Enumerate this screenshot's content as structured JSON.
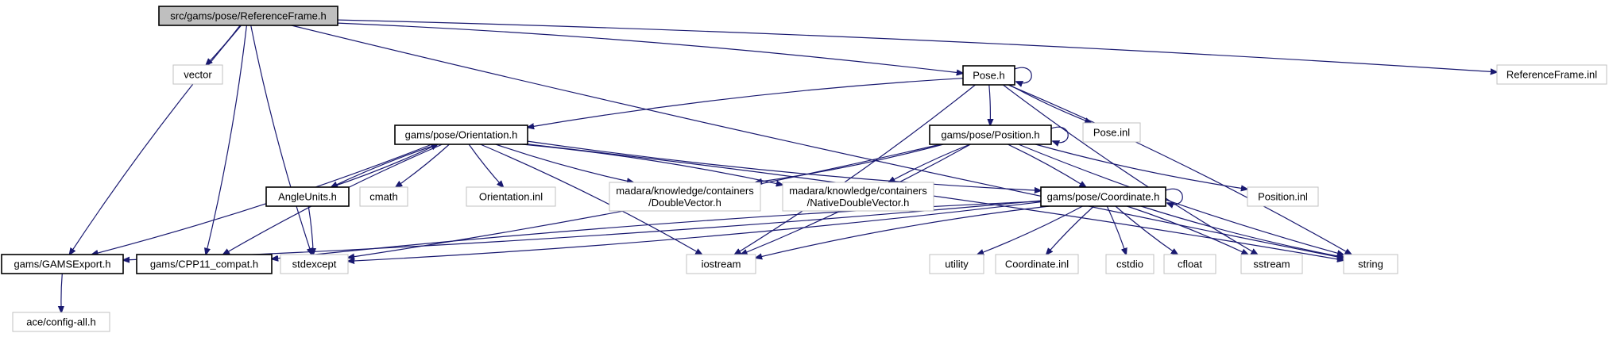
{
  "nodes": {
    "ReferenceFrame_h": {
      "lines": [
        "src/gams/pose/ReferenceFrame.h"
      ],
      "kind": "root"
    },
    "vector": {
      "lines": [
        "vector"
      ],
      "kind": "ext"
    },
    "GAMSExport_h": {
      "lines": [
        "gams/GAMSExport.h"
      ],
      "kind": "doc"
    },
    "CPP11_compat_h": {
      "lines": [
        "gams/CPP11_compat.h"
      ],
      "kind": "doc"
    },
    "stdexcept": {
      "lines": [
        "stdexcept"
      ],
      "kind": "ext"
    },
    "Pose_h": {
      "lines": [
        "Pose.h"
      ],
      "kind": "doc"
    },
    "string": {
      "lines": [
        "string"
      ],
      "kind": "ext"
    },
    "ReferenceFrame_inl": {
      "lines": [
        "ReferenceFrame.inl"
      ],
      "kind": "ext"
    },
    "ace_config_all_h": {
      "lines": [
        "ace/config-all.h"
      ],
      "kind": "ext"
    },
    "Orientation_h": {
      "lines": [
        "gams/pose/Orientation.h"
      ],
      "kind": "doc"
    },
    "Position_h": {
      "lines": [
        "gams/pose/Position.h"
      ],
      "kind": "doc"
    },
    "Pose_inl": {
      "lines": [
        "Pose.inl"
      ],
      "kind": "ext"
    },
    "iostream": {
      "lines": [
        "iostream"
      ],
      "kind": "ext"
    },
    "sstream": {
      "lines": [
        "sstream"
      ],
      "kind": "ext"
    },
    "AngleUnits_h": {
      "lines": [
        "AngleUnits.h"
      ],
      "kind": "doc"
    },
    "cmath": {
      "lines": [
        "cmath"
      ],
      "kind": "ext"
    },
    "Orientation_inl": {
      "lines": [
        "Orientation.inl"
      ],
      "kind": "ext"
    },
    "DoubleVector_h": {
      "lines": [
        "madara/knowledge/containers",
        "/DoubleVector.h"
      ],
      "kind": "ext"
    },
    "NativeDoubleVector_h": {
      "lines": [
        "madara/knowledge/containers",
        "/NativeDoubleVector.h"
      ],
      "kind": "ext"
    },
    "Coordinate_h": {
      "lines": [
        "gams/pose/Coordinate.h"
      ],
      "kind": "doc"
    },
    "Position_inl": {
      "lines": [
        "Position.inl"
      ],
      "kind": "ext"
    },
    "utility": {
      "lines": [
        "utility"
      ],
      "kind": "ext"
    },
    "Coordinate_inl": {
      "lines": [
        "Coordinate.inl"
      ],
      "kind": "ext"
    },
    "cstdio": {
      "lines": [
        "cstdio"
      ],
      "kind": "ext"
    },
    "cfloat": {
      "lines": [
        "cfloat"
      ],
      "kind": "ext"
    }
  },
  "edges": [
    [
      "ReferenceFrame_h",
      "vector"
    ],
    [
      "ReferenceFrame_h",
      "GAMSExport_h"
    ],
    [
      "ReferenceFrame_h",
      "CPP11_compat_h"
    ],
    [
      "ReferenceFrame_h",
      "stdexcept"
    ],
    [
      "ReferenceFrame_h",
      "Pose_h"
    ],
    [
      "ReferenceFrame_h",
      "string"
    ],
    [
      "ReferenceFrame_h",
      "ReferenceFrame_inl"
    ],
    [
      "GAMSExport_h",
      "ace_config_all_h"
    ],
    [
      "Pose_h",
      "Pose_h"
    ],
    [
      "Pose_h",
      "Orientation_h"
    ],
    [
      "Pose_h",
      "Position_h"
    ],
    [
      "Pose_h",
      "Pose_inl"
    ],
    [
      "Pose_h",
      "iostream"
    ],
    [
      "Pose_h",
      "sstream"
    ],
    [
      "Pose_h",
      "string"
    ],
    [
      "Orientation_h",
      "AngleUnits_h"
    ],
    [
      "Orientation_h",
      "GAMSExport_h"
    ],
    [
      "Orientation_h",
      "CPP11_compat_h"
    ],
    [
      "Orientation_h",
      "cmath"
    ],
    [
      "Orientation_h",
      "Orientation_inl"
    ],
    [
      "Orientation_h",
      "iostream"
    ],
    [
      "Orientation_h",
      "DoubleVector_h"
    ],
    [
      "Orientation_h",
      "NativeDoubleVector_h"
    ],
    [
      "Orientation_h",
      "Coordinate_h"
    ],
    [
      "Orientation_h",
      "string"
    ],
    [
      "AngleUnits_h",
      "Orientation_h"
    ],
    [
      "AngleUnits_h",
      "stdexcept"
    ],
    [
      "Position_h",
      "Position_h"
    ],
    [
      "Position_h",
      "DoubleVector_h"
    ],
    [
      "Position_h",
      "NativeDoubleVector_h"
    ],
    [
      "Position_h",
      "Coordinate_h"
    ],
    [
      "Position_h",
      "Position_inl"
    ],
    [
      "Position_h",
      "iostream"
    ],
    [
      "Position_h",
      "string"
    ],
    [
      "Position_h",
      "stdexcept"
    ],
    [
      "Coordinate_h",
      "Coordinate_h"
    ],
    [
      "Coordinate_h",
      "GAMSExport_h"
    ],
    [
      "Coordinate_h",
      "CPP11_compat_h"
    ],
    [
      "Coordinate_h",
      "stdexcept"
    ],
    [
      "Coordinate_h",
      "iostream"
    ],
    [
      "Coordinate_h",
      "utility"
    ],
    [
      "Coordinate_h",
      "Coordinate_inl"
    ],
    [
      "Coordinate_h",
      "cstdio"
    ],
    [
      "Coordinate_h",
      "cfloat"
    ],
    [
      "Coordinate_h",
      "sstream"
    ],
    [
      "Coordinate_h",
      "string"
    ]
  ]
}
